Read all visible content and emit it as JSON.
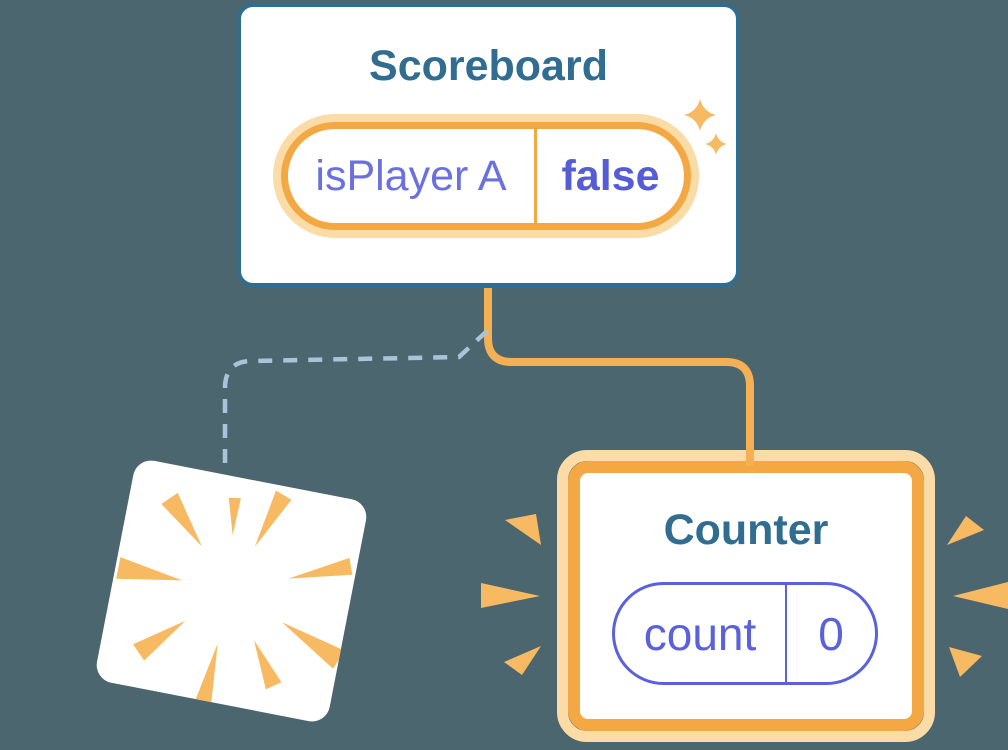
{
  "diagram": {
    "scoreboard": {
      "title": "Scoreboard",
      "prop_name": "isPlayer A",
      "prop_value": "false"
    },
    "counter": {
      "title": "Counter",
      "state_name": "count",
      "state_value": "0"
    }
  },
  "icons": {
    "sparkle_large": "sparkle-icon",
    "sparkle_small": "sparkle-icon",
    "burst": "burst-icon",
    "rays_left": "emphasis-rays-left-icon",
    "rays_right": "emphasis-rays-right-icon",
    "solid_connector": "solid-connector-line",
    "dashed_connector": "dashed-connector-line"
  },
  "colors": {
    "background": "#4C666F",
    "card_background": "#FFFFFF",
    "card_border": "#2F6E90",
    "heading": "#306D90",
    "orange": "#F3A843",
    "orange_light": "#FBDBA6",
    "orange_line": "#F5B054",
    "orange_ray": "#F7BA62",
    "purple": "#6A70E0",
    "purple_bold": "#555CD6",
    "purple_pill": "#5A61DB",
    "dash": "#A9C3D9"
  }
}
